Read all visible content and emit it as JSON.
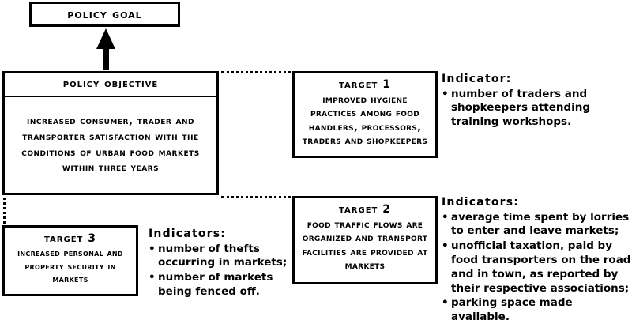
{
  "diagram": {
    "title": "Policy goal / objective / targets / indicators logframe",
    "colors": {
      "ink": "#000000",
      "background": "#ffffff"
    }
  },
  "policy_goal": {
    "label": "Policy goal"
  },
  "arrow": {
    "name": "up-arrow-icon",
    "direction": "up"
  },
  "policy_objective": {
    "header": "Policy objective",
    "body": "Increased consumer, trader and transporter satisfaction with the conditions of urban food markets within three years"
  },
  "targets": [
    {
      "id": "target-1",
      "title": "Target 1",
      "description": "Improved hygiene practices among food handlers, processors, traders and shopkeepers",
      "indicators_heading": "Indicator:",
      "indicators": [
        "number of traders and shopkeepers attending training workshops."
      ]
    },
    {
      "id": "target-2",
      "title": "Target 2",
      "description": "Food traffic flows are organized and transport facilities are provided  at markets",
      "indicators_heading": "Indicators:",
      "indicators": [
        "average time spent by lorries to enter and leave markets;",
        "unofficial taxation, paid by food transporters on the road and in town, as reported by their respective associations;",
        "parking space made available."
      ]
    },
    {
      "id": "target-3",
      "title": "Target 3",
      "description": "Increased personal  and property security in markets",
      "indicators_heading": "Indicators:",
      "indicators": [
        "number of thefts occurring in markets;",
        "number of markets being fenced off."
      ]
    }
  ],
  "connectors": [
    {
      "name": "connector-objective-to-target-1",
      "style": "dotted",
      "orientation": "horizontal"
    },
    {
      "name": "connector-objective-to-target-2",
      "style": "dotted",
      "orientation": "horizontal"
    },
    {
      "name": "connector-objective-to-target-3",
      "style": "dotted",
      "orientation": "vertical"
    }
  ]
}
